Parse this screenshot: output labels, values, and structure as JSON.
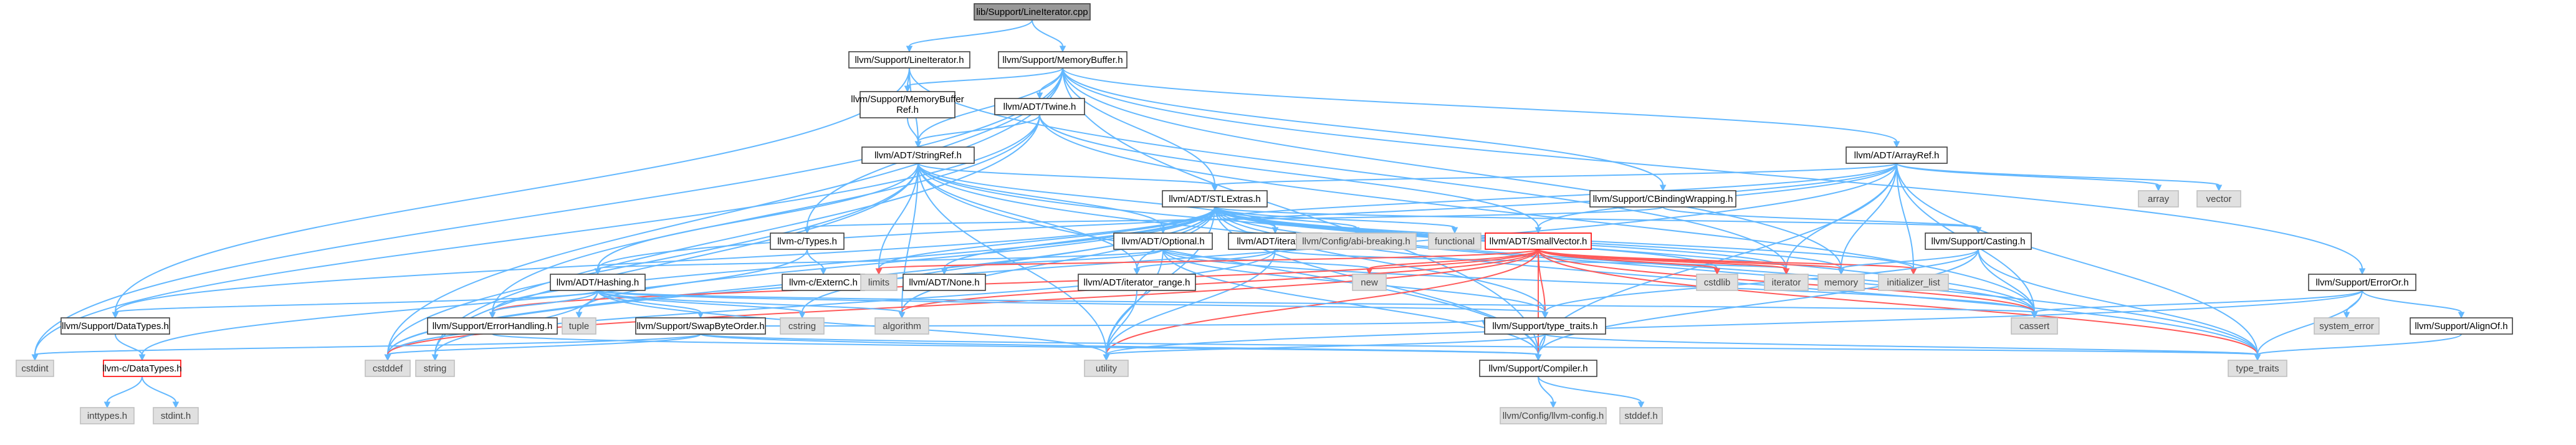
{
  "diagram": {
    "type": "include-dependency-graph",
    "colors": {
      "edge": "#63b8ff",
      "red_edge": "#ff5a5a",
      "root_fill": "#999999",
      "external_fill": "#e0e0e0",
      "internal_fill": "#ffffff",
      "incomplete_border": "#ff0000"
    },
    "nodes": [
      {
        "id": "n0",
        "label": "lib/Support/LineIterator.cpp",
        "kind": "root"
      },
      {
        "id": "n1",
        "label": "llvm/Support/LineIterator.h",
        "kind": "internal"
      },
      {
        "id": "n2",
        "label": "llvm/Support/MemoryBuffer.h",
        "kind": "internal"
      },
      {
        "id": "n3",
        "label": "llvm/Support/MemoryBuffer Ref.h",
        "kind": "internal"
      },
      {
        "id": "n4",
        "label": "llvm/ADT/Twine.h",
        "kind": "internal"
      },
      {
        "id": "n5",
        "label": "llvm/ADT/StringRef.h",
        "kind": "internal"
      },
      {
        "id": "n6",
        "label": "llvm/ADT/ArrayRef.h",
        "kind": "internal"
      },
      {
        "id": "n7",
        "label": "llvm/Support/CBindingWrapping.h",
        "kind": "internal"
      },
      {
        "id": "n8",
        "label": "llvm/ADT/STLExtras.h",
        "kind": "internal"
      },
      {
        "id": "n9",
        "label": "llvm-c/Types.h",
        "kind": "internal"
      },
      {
        "id": "n10",
        "label": "llvm/ADT/Optional.h",
        "kind": "internal"
      },
      {
        "id": "n11",
        "label": "llvm/ADT/iterator.h",
        "kind": "internal"
      },
      {
        "id": "n12",
        "label": "llvm/ADT/SmallVector.h",
        "kind": "incomplete"
      },
      {
        "id": "n13",
        "label": "llvm/Support/Casting.h",
        "kind": "internal"
      },
      {
        "id": "n14",
        "label": "llvm/ADT/Hashing.h",
        "kind": "internal"
      },
      {
        "id": "n15",
        "label": "llvm-c/ExternC.h",
        "kind": "internal"
      },
      {
        "id": "n16",
        "label": "llvm/ADT/None.h",
        "kind": "internal"
      },
      {
        "id": "n17",
        "label": "llvm/ADT/iterator_range.h",
        "kind": "internal"
      },
      {
        "id": "n18",
        "label": "llvm/Support/DataTypes.h",
        "kind": "internal"
      },
      {
        "id": "n19",
        "label": "llvm/Support/ErrorHandling.h",
        "kind": "internal"
      },
      {
        "id": "n20",
        "label": "llvm/Support/SwapByteOrder.h",
        "kind": "internal"
      },
      {
        "id": "n21",
        "label": "llvm/Support/type_traits.h",
        "kind": "internal"
      },
      {
        "id": "n22",
        "label": "llvm-c/DataTypes.h",
        "kind": "incomplete"
      },
      {
        "id": "n23",
        "label": "llvm/Support/Compiler.h",
        "kind": "internal"
      },
      {
        "id": "n24",
        "label": "llvm/Support/ErrorOr.h",
        "kind": "internal"
      },
      {
        "id": "n25",
        "label": "llvm/Support/AlignOf.h",
        "kind": "internal"
      },
      {
        "id": "n26",
        "label": "llvm/Config/abi-breaking.h",
        "kind": "external"
      },
      {
        "id": "n27",
        "label": "functional",
        "kind": "external"
      },
      {
        "id": "n28",
        "label": "array",
        "kind": "external"
      },
      {
        "id": "n29",
        "label": "vector",
        "kind": "external"
      },
      {
        "id": "n30",
        "label": "new",
        "kind": "external"
      },
      {
        "id": "n31",
        "label": "cstdlib",
        "kind": "external"
      },
      {
        "id": "n32",
        "label": "iterator",
        "kind": "external"
      },
      {
        "id": "n33",
        "label": "memory",
        "kind": "external"
      },
      {
        "id": "n34",
        "label": "initializer_list",
        "kind": "external"
      },
      {
        "id": "n35",
        "label": "limits",
        "kind": "external"
      },
      {
        "id": "n36",
        "label": "tuple",
        "kind": "external"
      },
      {
        "id": "n37",
        "label": "cstring",
        "kind": "external"
      },
      {
        "id": "n38",
        "label": "algorithm",
        "kind": "external"
      },
      {
        "id": "n39",
        "label": "cassert",
        "kind": "external"
      },
      {
        "id": "n40",
        "label": "system_error",
        "kind": "external"
      },
      {
        "id": "n41",
        "label": "cstdint",
        "kind": "external"
      },
      {
        "id": "n42",
        "label": "string",
        "kind": "external"
      },
      {
        "id": "n43",
        "label": "cstddef",
        "kind": "external"
      },
      {
        "id": "n44",
        "label": "utility",
        "kind": "external"
      },
      {
        "id": "n45",
        "label": "type_traits",
        "kind": "external"
      },
      {
        "id": "n46",
        "label": "inttypes.h",
        "kind": "external"
      },
      {
        "id": "n47",
        "label": "stdint.h",
        "kind": "external"
      },
      {
        "id": "n48",
        "label": "llvm/Config/llvm-config.h",
        "kind": "external"
      },
      {
        "id": "n49",
        "label": "stddef.h",
        "kind": "external"
      }
    ],
    "edges": [
      [
        "n0",
        "n1"
      ],
      [
        "n0",
        "n2"
      ],
      [
        "n1",
        "n3"
      ],
      [
        "n1",
        "n5"
      ],
      [
        "n1",
        "n18"
      ],
      [
        "n1",
        "n32"
      ],
      [
        "n2",
        "n3"
      ],
      [
        "n2",
        "n4"
      ],
      [
        "n2",
        "n5"
      ],
      [
        "n2",
        "n6"
      ],
      [
        "n2",
        "n7"
      ],
      [
        "n2",
        "n8"
      ],
      [
        "n2",
        "n9"
      ],
      [
        "n2",
        "n24"
      ],
      [
        "n2",
        "n23"
      ],
      [
        "n2",
        "n33"
      ],
      [
        "n2",
        "n43"
      ],
      [
        "n2",
        "n41"
      ],
      [
        "n3",
        "n5"
      ],
      [
        "n4",
        "n5"
      ],
      [
        "n4",
        "n12"
      ],
      [
        "n4",
        "n19"
      ],
      [
        "n4",
        "n41"
      ],
      [
        "n4",
        "n42"
      ],
      [
        "n4",
        "n39"
      ],
      [
        "n5",
        "n8"
      ],
      [
        "n5",
        "n10"
      ],
      [
        "n5",
        "n11"
      ],
      [
        "n5",
        "n17"
      ],
      [
        "n5",
        "n23"
      ],
      [
        "n5",
        "n38"
      ],
      [
        "n5",
        "n39"
      ],
      [
        "n5",
        "n43"
      ],
      [
        "n5",
        "n35"
      ],
      [
        "n5",
        "n42"
      ],
      [
        "n5",
        "n44"
      ],
      [
        "n5",
        "n45"
      ],
      [
        "n5",
        "n14"
      ],
      [
        "n6",
        "n8"
      ],
      [
        "n6",
        "n12"
      ],
      [
        "n6",
        "n10"
      ],
      [
        "n6",
        "n14"
      ],
      [
        "n6",
        "n23"
      ],
      [
        "n6",
        "n28"
      ],
      [
        "n6",
        "n29"
      ],
      [
        "n6",
        "n32"
      ],
      [
        "n6",
        "n33"
      ],
      [
        "n6",
        "n34"
      ],
      [
        "n6",
        "n39"
      ],
      [
        "n6",
        "n43"
      ],
      [
        "n6",
        "n45"
      ],
      [
        "n7",
        "n9"
      ],
      [
        "n7",
        "n13"
      ],
      [
        "n8",
        "n26"
      ],
      [
        "n8",
        "n27"
      ],
      [
        "n8",
        "n10"
      ],
      [
        "n8",
        "n11"
      ],
      [
        "n8",
        "n17"
      ],
      [
        "n8",
        "n16"
      ],
      [
        "n8",
        "n21"
      ],
      [
        "n8",
        "n19"
      ],
      [
        "n8",
        "n23"
      ],
      [
        "n8",
        "n13"
      ],
      [
        "n8",
        "n31"
      ],
      [
        "n8",
        "n32"
      ],
      [
        "n8",
        "n33"
      ],
      [
        "n8",
        "n34"
      ],
      [
        "n8",
        "n35"
      ],
      [
        "n8",
        "n36"
      ],
      [
        "n8",
        "n37"
      ],
      [
        "n8",
        "n38"
      ],
      [
        "n8",
        "n39"
      ],
      [
        "n8",
        "n43"
      ],
      [
        "n8",
        "n44"
      ],
      [
        "n8",
        "n45"
      ],
      [
        "n8",
        "n18"
      ],
      [
        "n9",
        "n15"
      ],
      [
        "n9",
        "n22"
      ],
      [
        "n10",
        "n16"
      ],
      [
        "n10",
        "n14"
      ],
      [
        "n10",
        "n23"
      ],
      [
        "n10",
        "n21"
      ],
      [
        "n10",
        "n30"
      ],
      [
        "n10",
        "n39"
      ],
      [
        "n10",
        "n44"
      ],
      [
        "n11",
        "n17"
      ],
      [
        "n11",
        "n32"
      ],
      [
        "n11",
        "n43"
      ],
      [
        "n11",
        "n44"
      ],
      [
        "n12",
        "n23"
      ],
      [
        "n12",
        "n21"
      ],
      [
        "n12",
        "n38"
      ],
      [
        "n12",
        "n39"
      ],
      [
        "n12",
        "n43"
      ],
      [
        "n12",
        "n31"
      ],
      [
        "n12",
        "n32"
      ],
      [
        "n12",
        "n33"
      ],
      [
        "n12",
        "n34"
      ],
      [
        "n12",
        "n35"
      ],
      [
        "n12",
        "n44"
      ],
      [
        "n12",
        "n30"
      ],
      [
        "n12",
        "n45"
      ],
      [
        "n12",
        "n19"
      ],
      [
        "n13",
        "n23"
      ],
      [
        "n13",
        "n21"
      ],
      [
        "n13",
        "n39"
      ],
      [
        "n13",
        "n33"
      ],
      [
        "n13",
        "n45"
      ],
      [
        "n14",
        "n18"
      ],
      [
        "n14",
        "n19"
      ],
      [
        "n14",
        "n20"
      ],
      [
        "n14",
        "n21"
      ],
      [
        "n14",
        "n38"
      ],
      [
        "n14",
        "n39"
      ],
      [
        "n14",
        "n37"
      ],
      [
        "n14",
        "n42"
      ],
      [
        "n14",
        "n36"
      ],
      [
        "n14",
        "n44"
      ],
      [
        "n17",
        "n44"
      ],
      [
        "n18",
        "n22"
      ],
      [
        "n19",
        "n23"
      ],
      [
        "n20",
        "n23"
      ],
      [
        "n20",
        "n21"
      ],
      [
        "n20",
        "n43"
      ],
      [
        "n20",
        "n41"
      ],
      [
        "n20",
        "n45"
      ],
      [
        "n21",
        "n23"
      ],
      [
        "n21",
        "n44"
      ],
      [
        "n21",
        "n45"
      ],
      [
        "n22",
        "n46"
      ],
      [
        "n22",
        "n47"
      ],
      [
        "n23",
        "n48"
      ],
      [
        "n23",
        "n49"
      ],
      [
        "n24",
        "n25"
      ],
      [
        "n24",
        "n40"
      ],
      [
        "n24",
        "n39"
      ],
      [
        "n24",
        "n45"
      ],
      [
        "n24",
        "n44"
      ],
      [
        "n25",
        "n45"
      ]
    ]
  }
}
